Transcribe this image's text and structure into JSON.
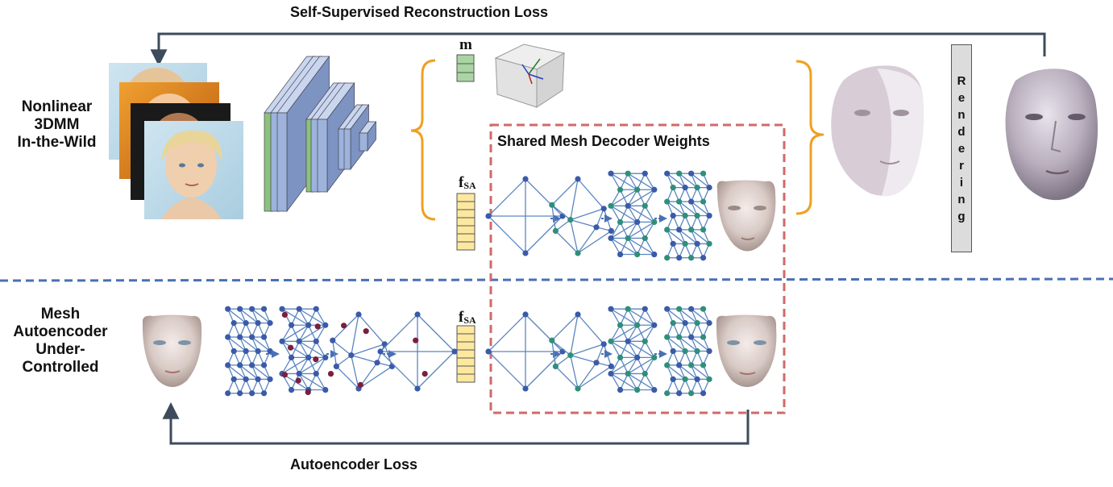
{
  "labels": {
    "self_supervised_loss": "Self-Supervised Reconstruction Loss",
    "autoencoder_loss": "Autoencoder Loss",
    "nonlinear_3dmm": "Nonlinear\n3DMM\nIn-the-Wild",
    "mesh_autoencoder": "Mesh\nAutoencoder\nUnder-\nControlled",
    "shared_decoder": "Shared Mesh Decoder Weights",
    "rendering": "Rendering",
    "vector_m": "m",
    "vector_f": "f",
    "vector_f_sub": "SA"
  },
  "colors": {
    "arrow": "#3d4b5c",
    "divider": "#4a6fb5",
    "shared_box": "#d06a6a",
    "brace": "#f0a020",
    "graph_edge": "#5a86c0",
    "node_blue": "#3b5aa8",
    "node_teal": "#2f8f7a",
    "node_maroon": "#7a1f3e",
    "m_vector": "#a9d5a2",
    "f_vector": "#fde8a0",
    "cnn_blue": "#9db3dc",
    "cnn_green": "#8cc27c"
  },
  "icons": {
    "face_photo": "photo-icon",
    "face_mesh": "face-mesh-icon",
    "camera_cube": "camera-cube-icon"
  }
}
